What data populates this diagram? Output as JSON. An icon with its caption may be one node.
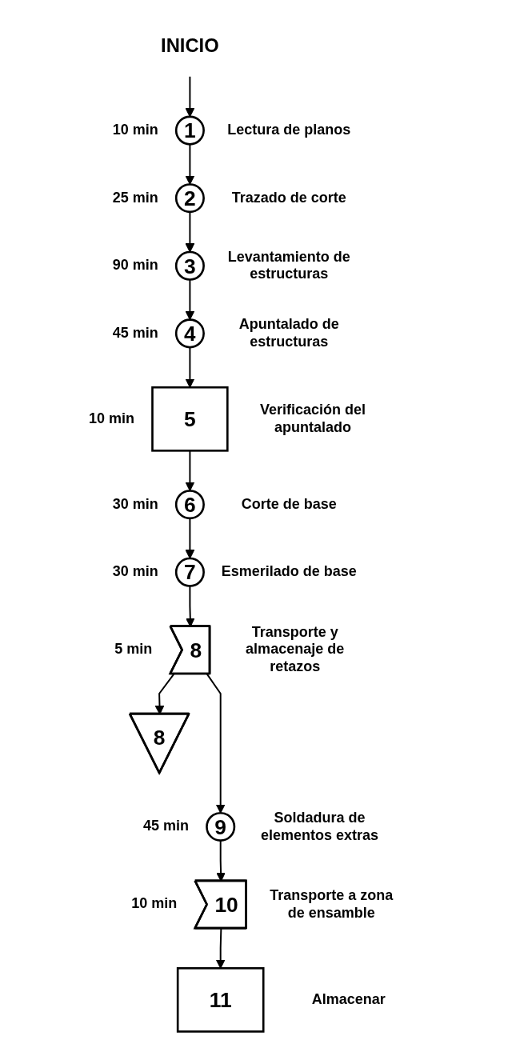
{
  "diagram": {
    "nodes": [
      {
        "text": [
          "INICIO"
        ]
      },
      {
        "text": [
          "1"
        ],
        "beside": [
          "10 min",
          "Lectura de planos"
        ]
      },
      {
        "text": [
          "2"
        ],
        "beside": [
          "25 min",
          "Trazado de corte"
        ]
      },
      {
        "text": [
          "3"
        ],
        "beside": [
          "90 min",
          "Levantamiento de estructuras"
        ]
      },
      {
        "text": [
          "4"
        ],
        "beside": [
          "45 min",
          "Apuntalado de estructuras"
        ]
      },
      {
        "text": [
          "5"
        ],
        "beside": [
          "10 min",
          "Verificación del apuntalado"
        ]
      },
      {
        "text": [
          "6"
        ],
        "beside": [
          "30 min",
          "Corte de base"
        ]
      },
      {
        "text": [
          "7"
        ],
        "beside": [
          "30 min",
          "Esmerilado de base"
        ]
      },
      {
        "text": [
          "8"
        ],
        "beside": [
          "5 min",
          "Transporte y almacenaje de retazos"
        ]
      },
      {
        "text": [
          "8"
        ]
      },
      {
        "text": [
          "9"
        ],
        "beside": [
          "45 min",
          "Soldadura de elementos extras"
        ]
      },
      {
        "text": [
          "10"
        ],
        "beside": [
          "10 min",
          "Transporte a zona de ensamble"
        ]
      },
      {
        "text": [
          "11"
        ],
        "beside": [
          "Almacenar"
        ]
      }
    ],
    "edges": [
      {
        "from": 0,
        "to": 1,
        "arrow": "to"
      },
      {
        "from": 1,
        "to": 2,
        "arrow": "to"
      },
      {
        "from": 2,
        "to": 3,
        "arrow": "to"
      },
      {
        "from": 3,
        "to": 4,
        "arrow": "to"
      },
      {
        "from": 4,
        "to": 5,
        "arrow": "to"
      },
      {
        "from": 5,
        "to": 6,
        "arrow": "to"
      },
      {
        "from": 6,
        "to": 7,
        "arrow": "to"
      },
      {
        "from": 7,
        "to": 8,
        "arrow": "to"
      },
      {
        "from": 8,
        "to": 10,
        "arrow": "to"
      },
      {
        "from": 8,
        "to": 9,
        "arrow": "to"
      },
      {
        "from": 10,
        "to": 11,
        "arrow": "to"
      },
      {
        "from": 11,
        "to": 12,
        "arrow": "to"
      }
    ]
  }
}
